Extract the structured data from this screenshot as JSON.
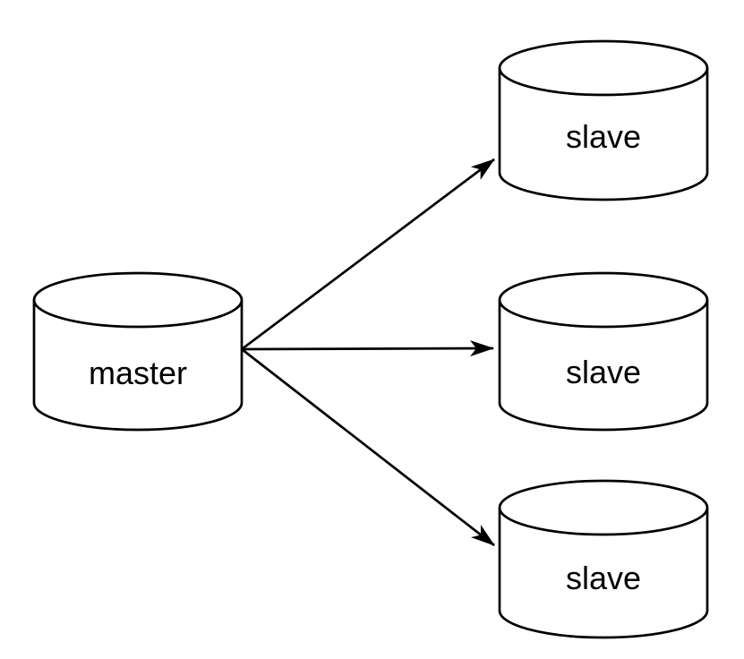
{
  "diagram": {
    "type": "database-replication-topology",
    "background_color": "#ffffff",
    "stroke_color": "#000000",
    "node_fill_color": "#ffffff",
    "nodes": [
      {
        "id": "master",
        "label": "master",
        "shape": "database-cylinder",
        "position": "left-center"
      },
      {
        "id": "slave-top",
        "label": "slave",
        "shape": "database-cylinder",
        "position": "right-top"
      },
      {
        "id": "slave-middle",
        "label": "slave",
        "shape": "database-cylinder",
        "position": "right-middle"
      },
      {
        "id": "slave-bottom",
        "label": "slave",
        "shape": "database-cylinder",
        "position": "right-bottom"
      }
    ],
    "edges": [
      {
        "from": "master",
        "to": "slave-top",
        "style": "solid-arrow"
      },
      {
        "from": "master",
        "to": "slave-middle",
        "style": "solid-arrow"
      },
      {
        "from": "master",
        "to": "slave-bottom",
        "style": "solid-arrow"
      }
    ]
  }
}
